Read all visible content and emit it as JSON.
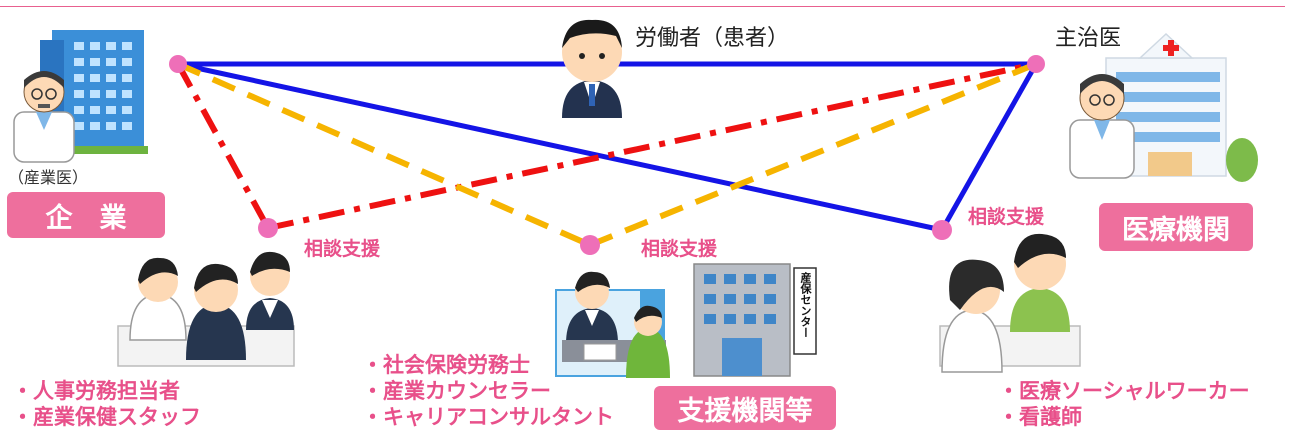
{
  "actors": {
    "worker": "労働者（患者）",
    "doctor": "主治医",
    "industrial_physician": "（産業医）"
  },
  "badges": {
    "company": "企　業",
    "medical": "医療機関",
    "support": "支援機関等"
  },
  "labels": {
    "consult1": "相談支援",
    "consult2": "相談支援",
    "consult3": "相談支援",
    "building_sign": "産保センター"
  },
  "lists": {
    "company": [
      "・人事労務担当者",
      "・産業保健スタッフ"
    ],
    "support": [
      "・社会保険労務士",
      "・産業カウンセラー",
      "・キャリアコンサルタント"
    ],
    "medical": [
      "・医療ソーシャルワーカー",
      "・看護師"
    ]
  },
  "colors": {
    "blue_line": "#1414e6",
    "red_dashdot": "#ee1111",
    "yellow_dash": "#f6b400",
    "node_pink": "#ee6fb8",
    "badge_pink": "#ee6f9d",
    "text_pink": "#e8508a"
  }
}
